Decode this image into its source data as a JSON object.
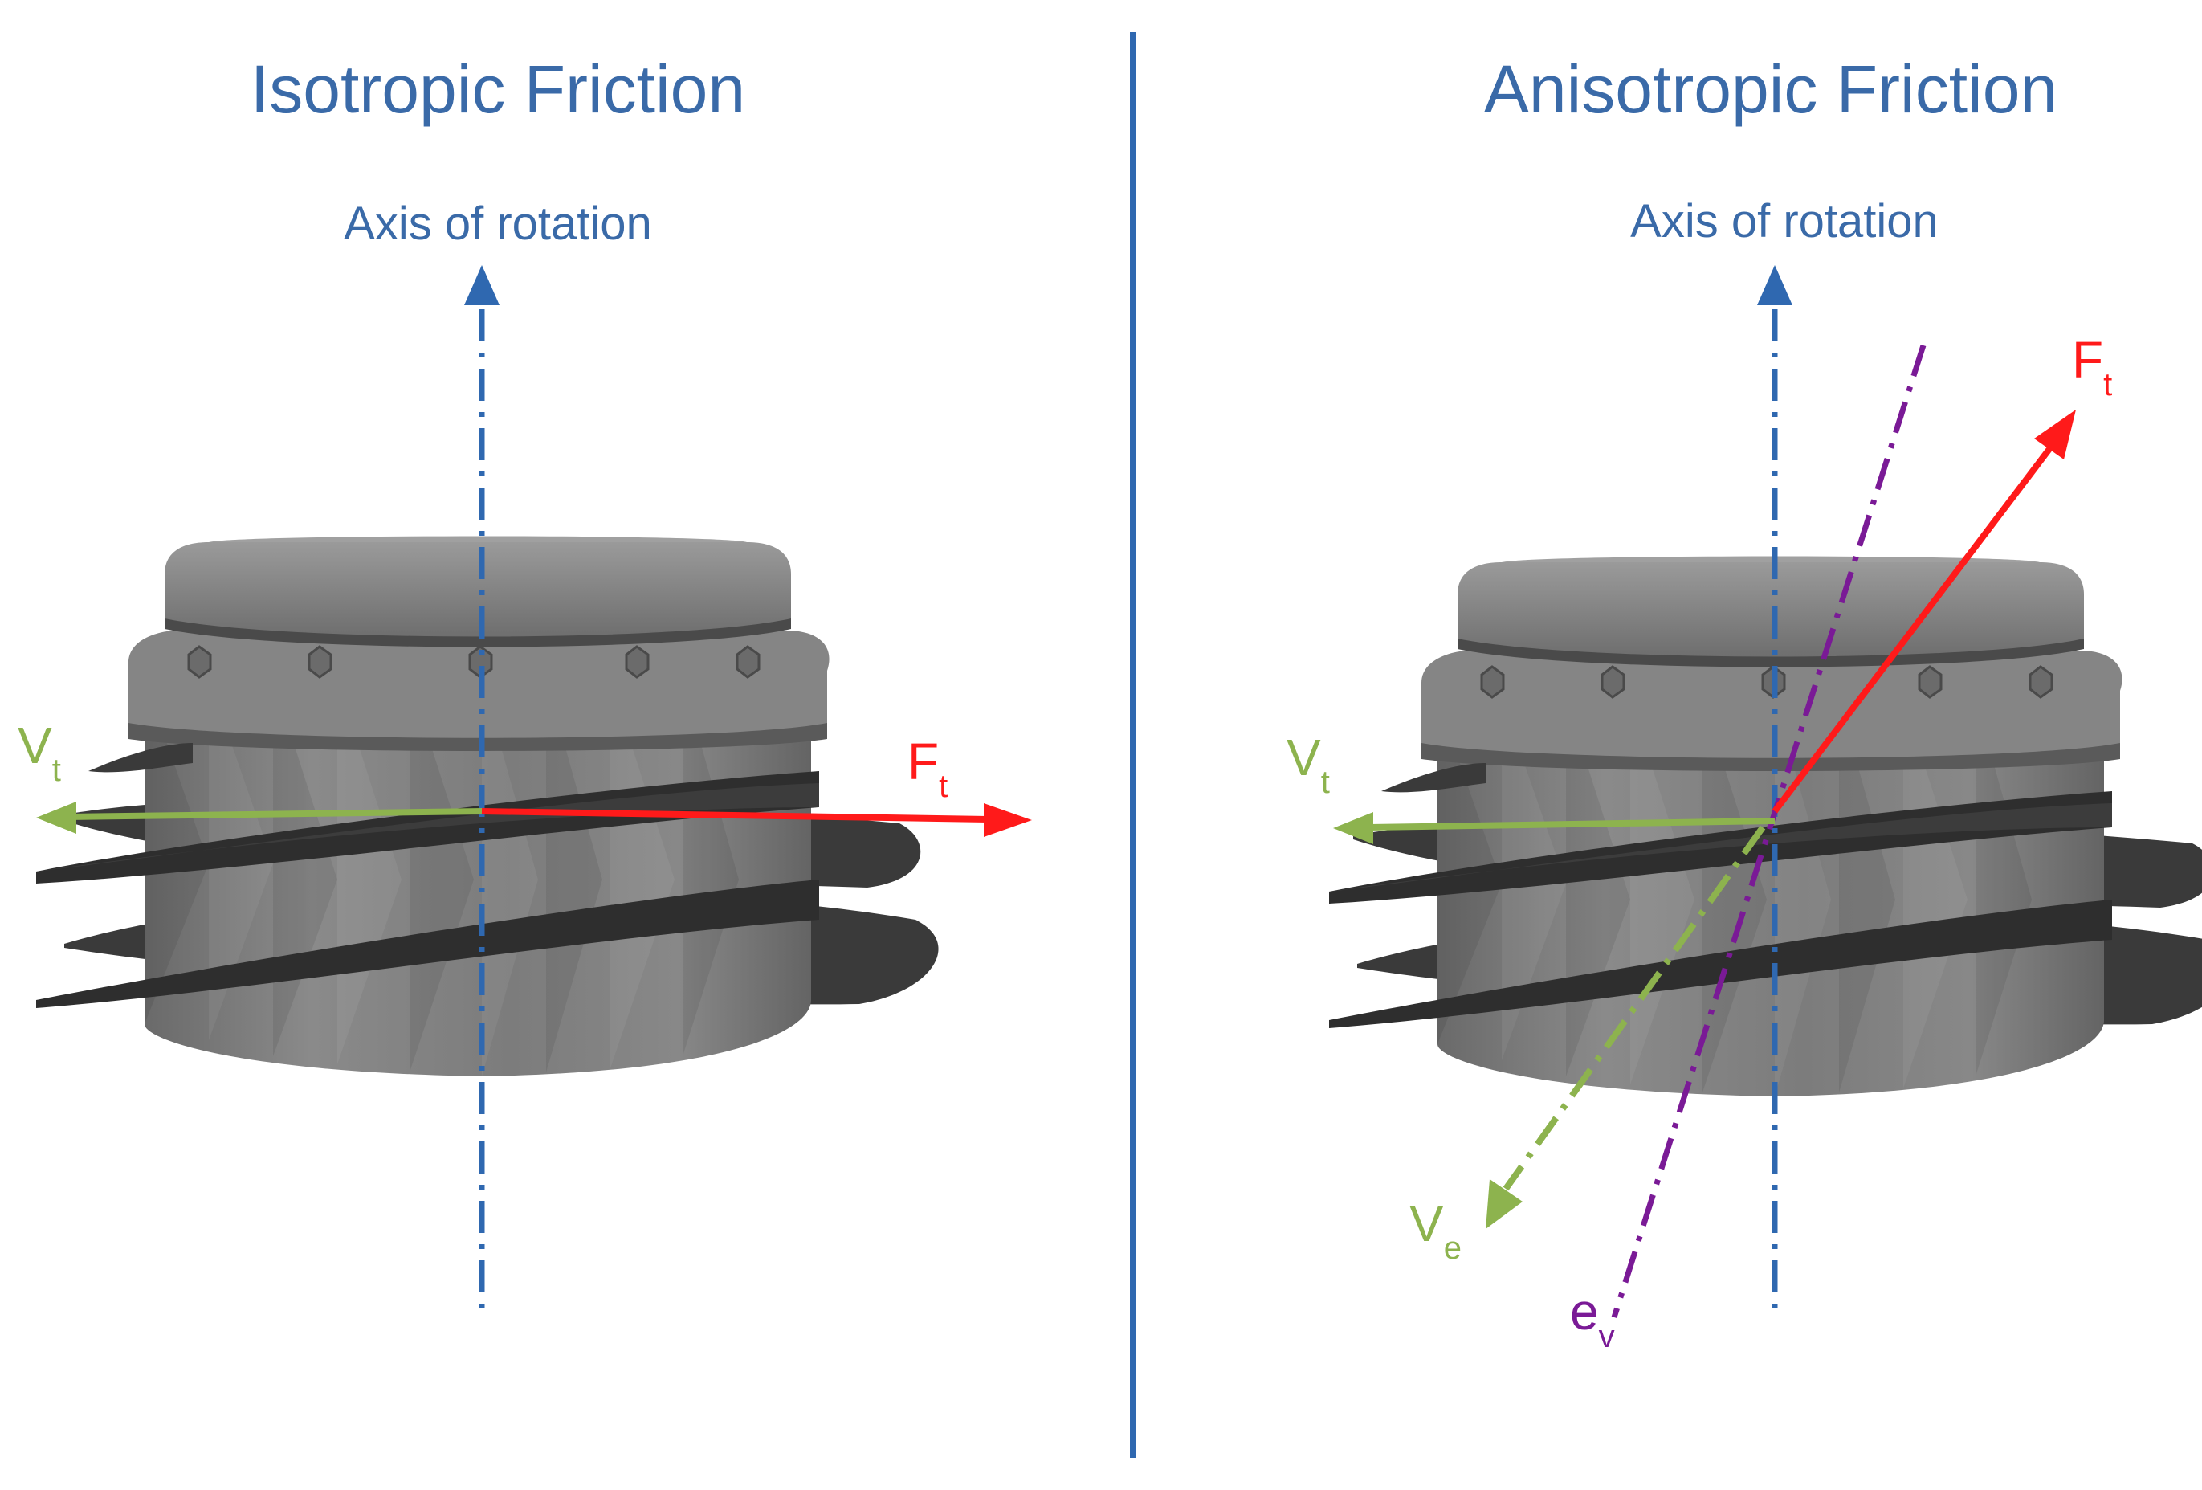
{
  "left_panel": {
    "title": "Isotropic Friction",
    "axis_label": "Axis of rotation",
    "vt": {
      "main": "V",
      "sub": "t"
    },
    "ft": {
      "main": "F",
      "sub": "t"
    }
  },
  "right_panel": {
    "title": "Anisotropic Friction",
    "axis_label": "Axis of rotation",
    "vt": {
      "main": "V",
      "sub": "t"
    },
    "ft": {
      "main": "F",
      "sub": "t"
    },
    "ve": {
      "main": "V",
      "sub": "e"
    },
    "ev": {
      "main": "e",
      "sub": "v"
    }
  },
  "colors": {
    "blue": "#3a6aa8",
    "axis_blue": "#2f68b0",
    "red": "#ff1a1a",
    "green": "#8db34e",
    "purple": "#7a1a96",
    "screw_body": "#808080",
    "screw_dark": "#3a3a3a"
  }
}
